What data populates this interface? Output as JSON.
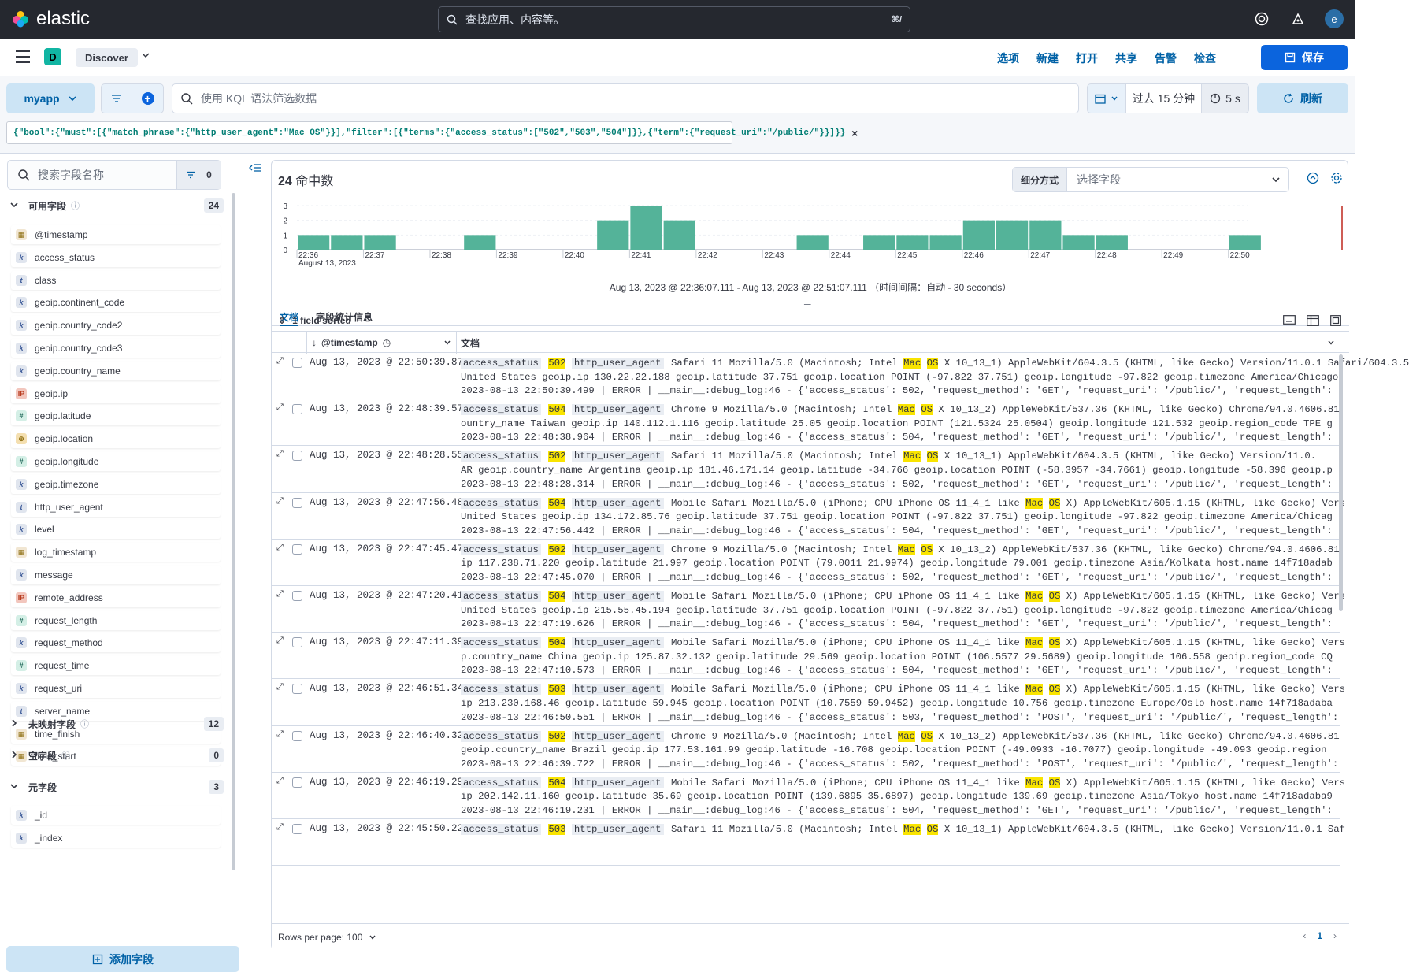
{
  "brand": {
    "name": "elastic"
  },
  "global_search": {
    "placeholder": "查找应用、内容等。",
    "shortcut": "⌘/"
  },
  "user": {
    "initial": "e"
  },
  "appbar": {
    "space_initial": "D",
    "breadcrumb": "Discover",
    "menu": [
      "选项",
      "新建",
      "打开",
      "共享",
      "告警",
      "检查"
    ],
    "save_label": "保存"
  },
  "querybar": {
    "data_view": "myapp",
    "kql_placeholder": "使用 KQL 语法筛选数据",
    "date_range": "过去 15 分钟",
    "auto_refresh": "5 s",
    "refresh_label": "刷新",
    "filter_pill": "{\"bool\":{\"must\":[{\"match_phrase\":{\"http_user_agent\":\"Mac OS\"}}],\"filter\":[{\"terms\":{\"access_status\":[\"502\",\"503\",\"504\"]}},{\"term\":{\"request_uri\":\"/public/\"}}]}}"
  },
  "sidebar": {
    "search_placeholder": "搜索字段名称",
    "filter_count": "0",
    "available": {
      "label": "可用字段",
      "count": "24"
    },
    "fields": [
      {
        "name": "@timestamp",
        "type": "date",
        "glyph": "▦"
      },
      {
        "name": "access_status",
        "type": "keyword",
        "glyph": "k"
      },
      {
        "name": "class",
        "type": "text",
        "glyph": "t"
      },
      {
        "name": "geoip.continent_code",
        "type": "keyword",
        "glyph": "k"
      },
      {
        "name": "geoip.country_code2",
        "type": "keyword",
        "glyph": "k"
      },
      {
        "name": "geoip.country_code3",
        "type": "keyword",
        "glyph": "k"
      },
      {
        "name": "geoip.country_name",
        "type": "keyword",
        "glyph": "k"
      },
      {
        "name": "geoip.ip",
        "type": "ip",
        "glyph": "IP"
      },
      {
        "name": "geoip.latitude",
        "type": "number",
        "glyph": "#"
      },
      {
        "name": "geoip.location",
        "type": "geo",
        "glyph": "⊕"
      },
      {
        "name": "geoip.longitude",
        "type": "number",
        "glyph": "#"
      },
      {
        "name": "geoip.timezone",
        "type": "keyword",
        "glyph": "k"
      },
      {
        "name": "http_user_agent",
        "type": "text",
        "glyph": "t"
      },
      {
        "name": "level",
        "type": "keyword",
        "glyph": "k"
      },
      {
        "name": "log_timestamp",
        "type": "date",
        "glyph": "▦"
      },
      {
        "name": "message",
        "type": "keyword",
        "glyph": "k"
      },
      {
        "name": "remote_address",
        "type": "ip",
        "glyph": "IP"
      },
      {
        "name": "request_length",
        "type": "number",
        "glyph": "#"
      },
      {
        "name": "request_method",
        "type": "keyword",
        "glyph": "k"
      },
      {
        "name": "request_time",
        "type": "number",
        "glyph": "#"
      },
      {
        "name": "request_uri",
        "type": "keyword",
        "glyph": "k"
      },
      {
        "name": "server_name",
        "type": "text",
        "glyph": "t"
      },
      {
        "name": "time_finish",
        "type": "date",
        "glyph": "▦"
      },
      {
        "name": "time_start",
        "type": "date",
        "glyph": "▦"
      }
    ],
    "unmapped": {
      "label": "未映射字段",
      "count": "12"
    },
    "empty": {
      "label": "空字段",
      "count": "0"
    },
    "meta": {
      "label": "元字段",
      "count": "3"
    },
    "meta_fields": [
      {
        "name": "_id",
        "type": "keyword",
        "glyph": "k"
      },
      {
        "name": "_index",
        "type": "keyword",
        "glyph": "k"
      }
    ],
    "add_field_label": "添加字段"
  },
  "main": {
    "hits_count": "24",
    "hits_label": "命中数",
    "breakdown_label": "细分方式",
    "breakdown_placeholder": "选择字段",
    "chart_caption": "Aug 13, 2023 @ 22:36:07.111 - Aug 13, 2023 @ 22:51:07.111 （时间间隔：自动 - 30 seconds）",
    "tabs": [
      "文档",
      "字段统计信息"
    ],
    "sort_label": "1 field sorted",
    "col_timestamp": "@timestamp",
    "col_document": "文档",
    "rows_per_page": "Rows per page: 100",
    "current_page": "1"
  },
  "chart_data": {
    "type": "bar",
    "title": "",
    "x_ticks": [
      "22:36",
      "22:37",
      "22:38",
      "22:39",
      "22:40",
      "22:41",
      "22:42",
      "22:43",
      "22:44",
      "22:45",
      "22:46",
      "22:47",
      "22:48",
      "22:49",
      "22:50"
    ],
    "x_subtitle": "August 13, 2023",
    "y_ticks": [
      0,
      1,
      2,
      3
    ],
    "ylim": [
      0,
      3
    ],
    "bar_color": "#54b399",
    "x": [
      "22:36:30",
      "22:37:00",
      "22:37:30",
      "22:38:00",
      "22:38:30",
      "22:39:00",
      "22:39:30",
      "22:40:00",
      "22:40:30",
      "22:41:00",
      "22:41:30",
      "22:42:00",
      "22:42:30",
      "22:43:00",
      "22:43:30",
      "22:44:00",
      "22:44:30",
      "22:45:00",
      "22:45:30",
      "22:46:00",
      "22:46:30",
      "22:47:00",
      "22:47:30",
      "22:48:00",
      "22:48:30",
      "22:49:00",
      "22:49:30",
      "22:50:00",
      "22:50:30",
      "22:51:00"
    ],
    "values": [
      1,
      1,
      1,
      0,
      0,
      1,
      0,
      0,
      0,
      2,
      3,
      2,
      0,
      0,
      0,
      1,
      0,
      1,
      1,
      1,
      2,
      2,
      2,
      1,
      1,
      0,
      0,
      0,
      1,
      0
    ]
  },
  "rows": [
    {
      "ts": "Aug 13, 2023 @ 22:50:39.872",
      "status": "502",
      "ua_pre": "Safari 11 Mozilla/5.0 (Macintosh; Intel ",
      "ua_post": " X 10_13_1) AppleWebKit/604.3.5 (KHTML, like Gecko) Version/11.0.1 Safari/604.3.5",
      "line2": "United States geoip.ip 130.22.22.188 geoip.latitude 37.751 geoip.location POINT (-97.822 37.751) geoip.longitude -97.822 geoip.timezone America/Chicago",
      "line3": "2023-08-13 22:50:39.499 | ERROR | __main__:debug_log:46 - {'access_status': 502, 'request_method': 'GET', 'request_uri': '/public/', 'request_length': "
    },
    {
      "ts": "Aug 13, 2023 @ 22:48:39.576",
      "status": "504",
      "ua_pre": "Chrome 9 Mozilla/5.0 (Macintosh; Intel ",
      "ua_post": " X 10_13_2) AppleWebKit/537.36 (KHTML, like Gecko) Chrome/94.0.4606.81",
      "line2": "ountry_name Taiwan geoip.ip 140.112.1.116 geoip.latitude 25.05 geoip.location POINT (121.5324 25.0504) geoip.longitude 121.532 geoip.region_code TPE g",
      "line3": "2023-08-13 22:48:38.964 | ERROR | __main__:debug_log:46 - {'access_status': 504, 'request_method': 'GET', 'request_uri': '/public/', 'request_length': "
    },
    {
      "ts": "Aug 13, 2023 @ 22:48:28.554",
      "status": "502",
      "ua_pre": "Safari 11 Mozilla/5.0 (Macintosh; Intel ",
      "ua_post": " X 10_13_1) AppleWebKit/604.3.5 (KHTML, like Gecko) Version/11.0.",
      "line2": "AR geoip.country_name Argentina geoip.ip 181.46.171.14 geoip.latitude -34.766 geoip.location POINT (-58.3957 -34.7661) geoip.longitude -58.396 geoip.p",
      "line3": "2023-08-13 22:48:28.314 | ERROR | __main__:debug_log:46 - {'access_status': 502, 'request_method': 'GET', 'request_uri': '/public/', 'request_length': "
    },
    {
      "ts": "Aug 13, 2023 @ 22:47:56.486",
      "status": "504",
      "ua_pre": "Mobile Safari Mozilla/5.0 (iPhone; CPU iPhone OS 11_4_1 like ",
      "ua_post": " X) AppleWebKit/605.1.15 (KHTML, like Gecko) Vers",
      "line2": "United States geoip.ip 134.172.85.76 geoip.latitude 37.751 geoip.location POINT (-97.822 37.751) geoip.longitude -97.822 geoip.timezone America/Chicag",
      "line3": "2023-08-13 22:47:56.442 | ERROR | __main__:debug_log:46 - {'access_status': 504, 'request_method': 'GET', 'request_uri': '/public/', 'request_length': "
    },
    {
      "ts": "Aug 13, 2023 @ 22:47:45.470",
      "status": "502",
      "ua_pre": "Chrome 9 Mozilla/5.0 (Macintosh; Intel ",
      "ua_post": " X 10_13_2) AppleWebKit/537.36 (KHTML, like Gecko) Chrome/94.0.4606.81",
      "line2": "ip 117.238.71.220 geoip.latitude 21.997 geoip.location POINT (79.0011 21.9974) geoip.longitude 79.001 geoip.timezone Asia/Kolkata host.name 14f718adab",
      "line3": "2023-08-13 22:47:45.070 | ERROR | __main__:debug_log:46 - {'access_status': 502, 'request_method': 'GET', 'request_uri': '/public/', 'request_length': "
    },
    {
      "ts": "Aug 13, 2023 @ 22:47:20.415",
      "status": "504",
      "ua_pre": "Mobile Safari Mozilla/5.0 (iPhone; CPU iPhone OS 11_4_1 like ",
      "ua_post": " X) AppleWebKit/605.1.15 (KHTML, like Gecko) Vers",
      "line2": "United States geoip.ip 215.55.45.194 geoip.latitude 37.751 geoip.location POINT (-97.822 37.751) geoip.longitude -97.822 geoip.timezone America/Chicag",
      "line3": "2023-08-13 22:47:19.626 | ERROR | __main__:debug_log:46 - {'access_status': 504, 'request_method': 'GET', 'request_uri': '/public/', 'request_length': "
    },
    {
      "ts": "Aug 13, 2023 @ 22:47:11.396",
      "status": "504",
      "ua_pre": "Mobile Safari Mozilla/5.0 (iPhone; CPU iPhone OS 11_4_1 like ",
      "ua_post": " X) AppleWebKit/605.1.15 (KHTML, like Gecko) Vers",
      "line2": "p.country_name China geoip.ip 125.87.32.132 geoip.latitude 29.569 geoip.location POINT (106.5577 29.5689) geoip.longitude 106.558 geoip.region_code CQ",
      "line3": "2023-08-13 22:47:10.573 | ERROR | __main__:debug_log:46 - {'access_status': 504, 'request_method': 'GET', 'request_uri': '/public/', 'request_length': "
    },
    {
      "ts": "Aug 13, 2023 @ 22:46:51.349",
      "status": "503",
      "ua_pre": "Mobile Safari Mozilla/5.0 (iPhone; CPU iPhone OS 11_4_1 like ",
      "ua_post": " X) AppleWebKit/605.1.15 (KHTML, like Gecko) Vers",
      "line2": "ip 213.230.168.46 geoip.latitude 59.945 geoip.location POINT (10.7559 59.9452) geoip.longitude 10.756 geoip.timezone Europe/Oslo host.name 14f718adaba",
      "line3": "2023-08-13 22:46:50.551 | ERROR | __main__:debug_log:46 - {'access_status': 503, 'request_method': 'POST', 'request_uri': '/public/', 'request_length': "
    },
    {
      "ts": "Aug 13, 2023 @ 22:46:40.329",
      "status": "502",
      "ua_pre": "Chrome 9 Mozilla/5.0 (Macintosh; Intel ",
      "ua_post": " X 10_13_2) AppleWebKit/537.36 (KHTML, like Gecko) Chrome/94.0.4606.81",
      "line2": " geoip.country_name Brazil geoip.ip 177.53.161.99 geoip.latitude -16.708 geoip.location POINT (-49.0933 -16.7077) geoip.longitude -49.093 geoip.region",
      "line3": "2023-08-13 22:46:39.722 | ERROR | __main__:debug_log:46 - {'access_status': 502, 'request_method': 'POST', 'request_uri': '/public/', 'request_length': "
    },
    {
      "ts": "Aug 13, 2023 @ 22:46:19.290",
      "status": "504",
      "ua_pre": "Mobile Safari Mozilla/5.0 (iPhone; CPU iPhone OS 11_4_1 like ",
      "ua_post": " X) AppleWebKit/605.1.15 (KHTML, like Gecko) Vers",
      "line2": "ip 202.142.11.160 geoip.latitude 35.69 geoip.location POINT (139.6895 35.6897) geoip.longitude 139.69 geoip.timezone Asia/Tokyo host.name 14f718adaba9",
      "line3": "2023-08-13 22:46:19.231 | ERROR | __main__:debug_log:46 - {'access_status': 504, 'request_method': 'GET', 'request_uri': '/public/', 'request_length': "
    },
    {
      "ts": "Aug 13, 2023 @ 22:45:50.225",
      "status": "503",
      "ua_pre": "Safari 11 Mozilla/5.0 (Macintosh; Intel ",
      "ua_post": " X 10_13_1) AppleWebKit/604.3.5 (KHTML, like Gecko) Version/11.0.1 Saf",
      "line2": "",
      "line3": ""
    }
  ],
  "field_labels": {
    "status": "access_status",
    "ua": "http_user_agent",
    "mac": "Mac",
    "os": "OS"
  }
}
